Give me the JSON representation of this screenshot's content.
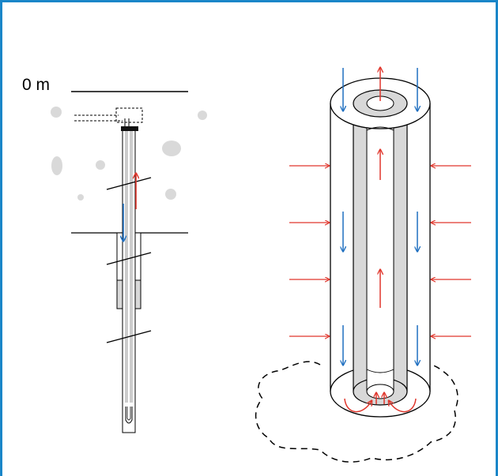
{
  "surface_label": "0 m",
  "colors": {
    "frame": "#1a86c8",
    "cold_flow": "#1f6fc0",
    "warm_flow": "#e0362c",
    "pipe_fill": "#d8d8d8",
    "pebble": "#d9d9d9",
    "stroke": "#000000"
  },
  "icons": {
    "cold_arrow": "arrow-down-blue",
    "warm_arrow": "arrow-up-red",
    "heat_arrow": "arrow-horizontal-red"
  }
}
